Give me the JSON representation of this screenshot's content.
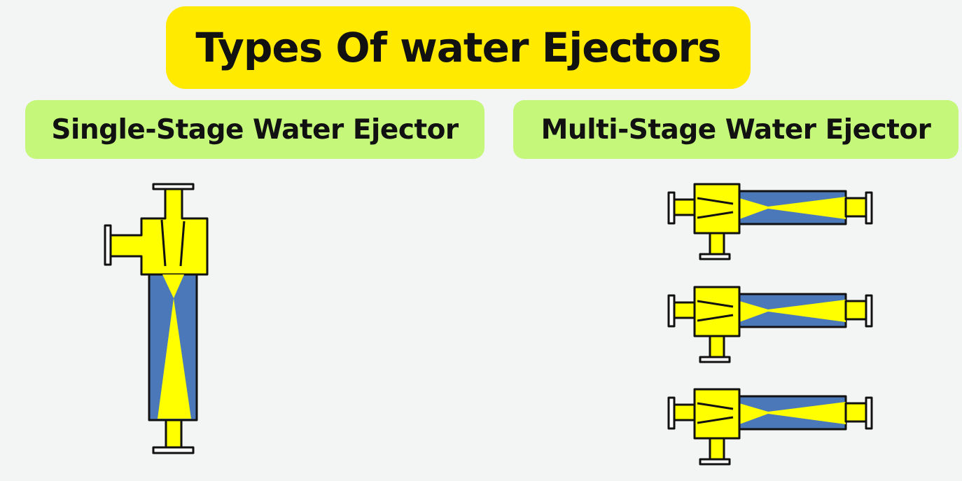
{
  "title": "Types Of water Ejectors",
  "single_stage": {
    "label": "Single-Stage Water Ejector",
    "icon": "single-stage-ejector-icon"
  },
  "multi_stage": {
    "label": "Multi-Stage Water Ejector",
    "icon": "multi-stage-ejector-icon",
    "stage_count": 3
  },
  "colors": {
    "title_bg": "#ffea00",
    "subtitle_bg": "#c4f77a",
    "body_yellow": "#ffff00",
    "diffuser_blue": "#4a78b8",
    "outline": "#111111",
    "background": "#f3f4f4"
  }
}
